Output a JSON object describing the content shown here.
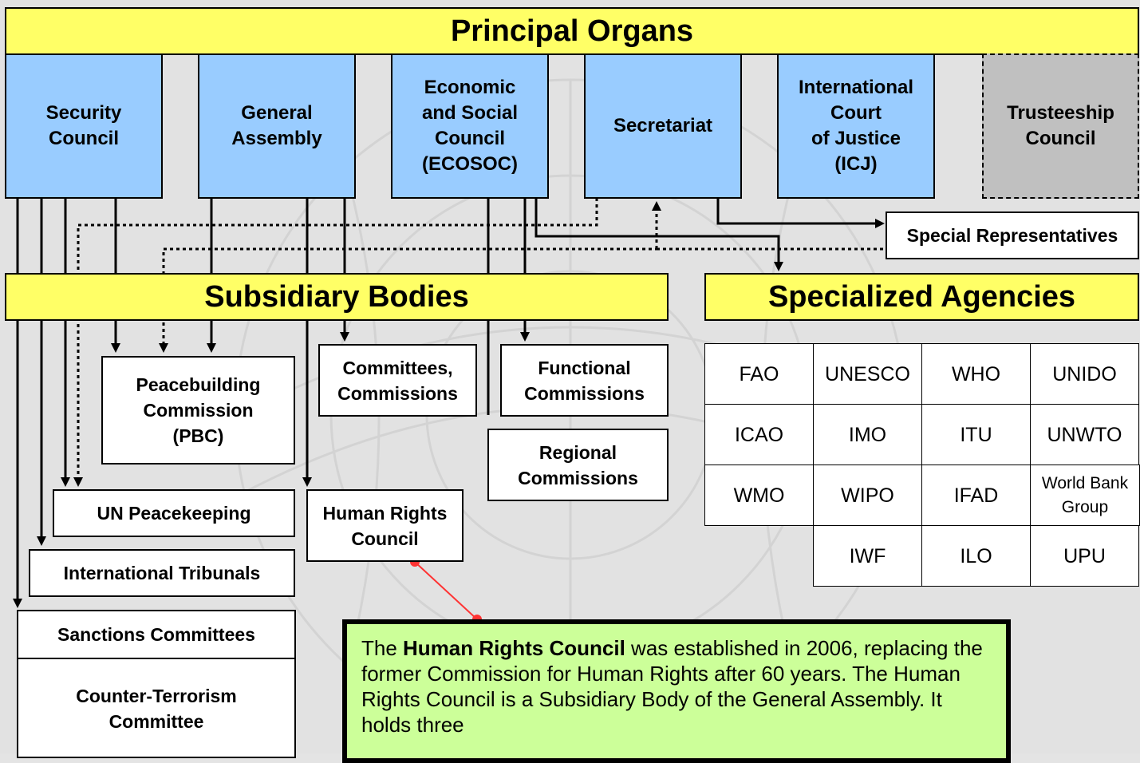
{
  "title": "Principal Organs",
  "organs": [
    {
      "name": "Security\nCouncil"
    },
    {
      "name": "General\nAssembly"
    },
    {
      "name": "Economic\nand Social\nCouncil\n(ECOSOC)"
    },
    {
      "name": "Secretariat"
    },
    {
      "name": "International\nCourt\nof Justice\n(ICJ)"
    },
    {
      "name": "Trusteeship\nCouncil"
    }
  ],
  "special_representatives": "Special Representatives",
  "subsidiary_title": "Subsidiary Bodies",
  "agencies_title": "Specialized Agencies",
  "subsidiary": {
    "peacebuilding": "Peacebuilding\nCommission\n(PBC)",
    "committees": "Committees,\nCommissions",
    "functional": "Functional\nCommissions",
    "regional": "Regional\nCommissions",
    "peacekeeping": "UN Peacekeeping",
    "human_rights": "Human Rights\nCouncil",
    "tribunals": "International Tribunals",
    "sanctions": "Sanctions Committees",
    "counter_terrorism": "Counter-Terrorism\nCommittee"
  },
  "agencies": [
    [
      "FAO",
      "UNESCO",
      "WHO",
      "UNIDO"
    ],
    [
      "ICAO",
      "IMO",
      "ITU",
      "UNWTO"
    ],
    [
      "WMO",
      "WIPO",
      "IFAD",
      "World Bank\nGroup"
    ],
    [
      "",
      "IWF",
      "ILO",
      "UPU"
    ]
  ],
  "note": {
    "prefix": "The ",
    "bold": "Human Rights Council",
    "rest": " was established in 2006, replacing the former Commission for Human Rights after 60 years. The Human Rights Council is a Subsidiary Body of the General Assembly. It holds three"
  },
  "colors": {
    "header": "#ffff66",
    "organ": "#99ccff",
    "trusteeship": "#c0c0c0",
    "note": "#ccff99",
    "callout": "#ff3333"
  }
}
